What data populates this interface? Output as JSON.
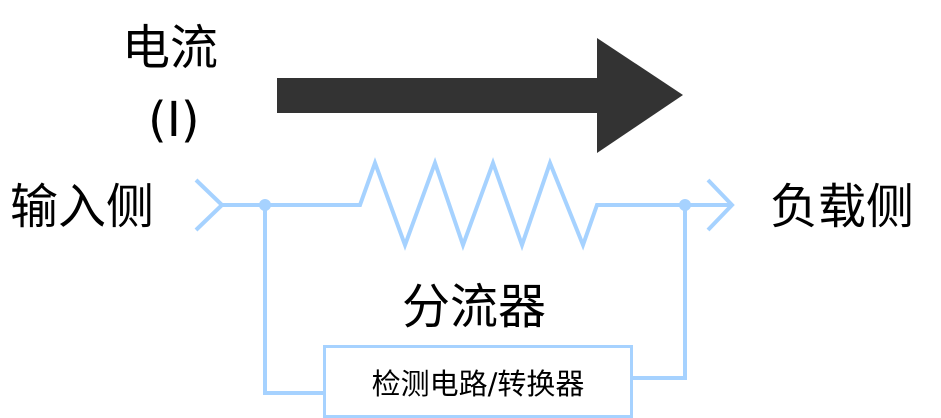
{
  "current": {
    "label": "电流",
    "symbol": "(I)"
  },
  "input_side": "输入侧",
  "load_side": "负载侧",
  "shunt": "分流器",
  "detector": "检测电路/转换器",
  "colors": {
    "wire": "#a6d2ff",
    "arrow": "#333333",
    "text": "#000000"
  }
}
